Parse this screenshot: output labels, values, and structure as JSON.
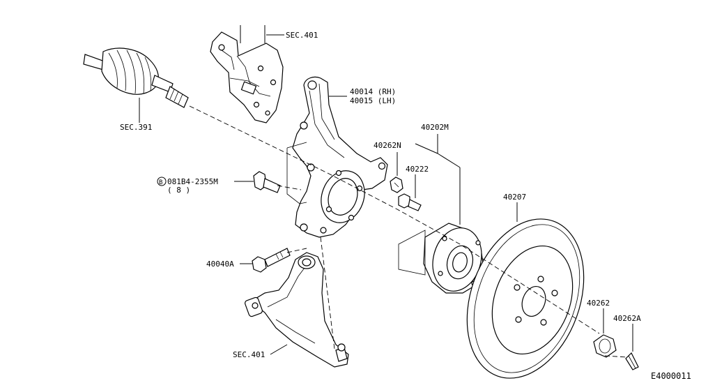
{
  "labels": {
    "sec391": "SEC.391",
    "sec401_top": "SEC.401",
    "knuckle_rh": "40014 (RH)",
    "knuckle_lh": "40015 (LH)",
    "hub_assembly": "40202M",
    "hub_nut_inner": "40262N",
    "hub_bolt": "40222",
    "bolt_code_symbol": "B",
    "bolt_code": "081B4-2355M",
    "bolt_qty": "( 8 )",
    "rotor": "40207",
    "bolt_40040a": "40040A",
    "nut_40262": "40262",
    "pin_40262a": "40262A",
    "sec401_bottom": "SEC.401",
    "diagram_id": "E4000011"
  }
}
